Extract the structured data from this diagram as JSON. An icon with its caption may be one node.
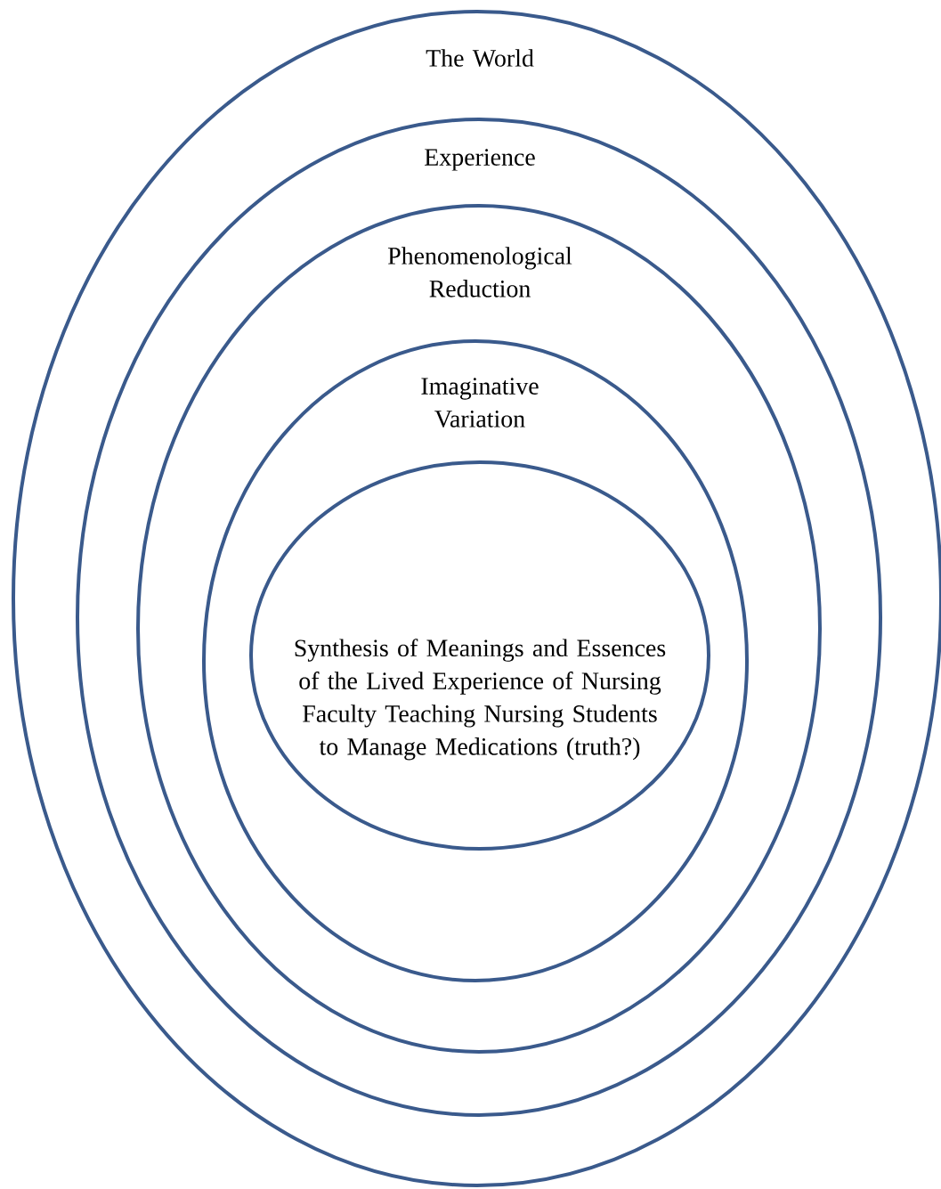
{
  "diagram": {
    "nodes": [
      {
        "text": [
          "The World"
        ]
      },
      {
        "text": [
          "Experience"
        ],
        "in": 0
      },
      {
        "text": [
          "Phenomenological Reduction"
        ],
        "in": 1
      },
      {
        "text": [
          "Imaginative Variation"
        ],
        "in": 2
      },
      {
        "text": [
          "Synthesis of Meanings and Essences of the Lived Experience of Nursing Faculty Teaching Nursing Students to Manage Medications (truth?)"
        ],
        "in": 3
      }
    ]
  }
}
